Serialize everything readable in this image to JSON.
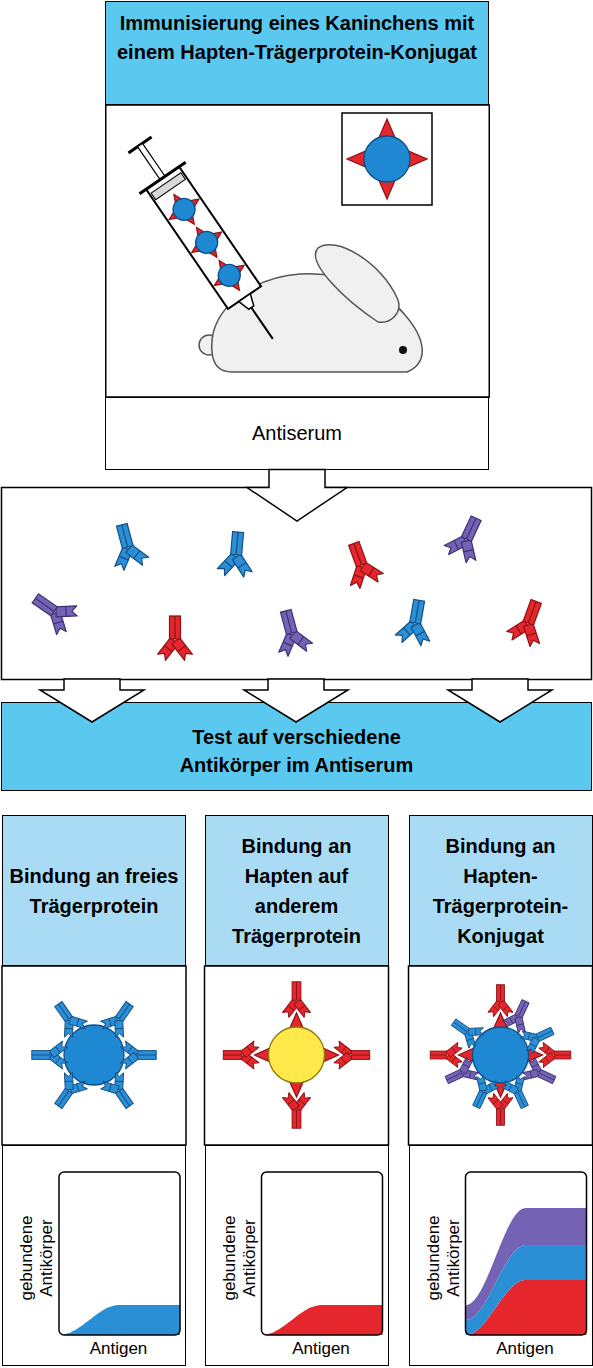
{
  "diagram": {
    "nodes": [
      {
        "text": [
          "Immunisierung eines Kaninchens mit einem Hapten-Trägerprotein-Konjugat"
        ]
      },
      {
        "text": [
          "Antiserum"
        ]
      },
      {
        "text": [
          "Test auf verschiedene Antikörper im Antiserum"
        ]
      },
      {
        "text": [
          "Bindung an freies Trägerprotein"
        ]
      },
      {
        "text": [
          "Bindung an Hapten auf anderem Trägerprotein"
        ]
      },
      {
        "text": [
          "Bindung an Hapten-Trägerprotein-Konjugat"
        ]
      },
      {
        "text": [
          "gebundene Antikörper",
          "Antigen"
        ]
      },
      {
        "text": [
          "gebundene Antikörper",
          "Antigen"
        ]
      },
      {
        "text": [
          "gebundene Antikörper",
          "Antigen"
        ]
      }
    ]
  }
}
